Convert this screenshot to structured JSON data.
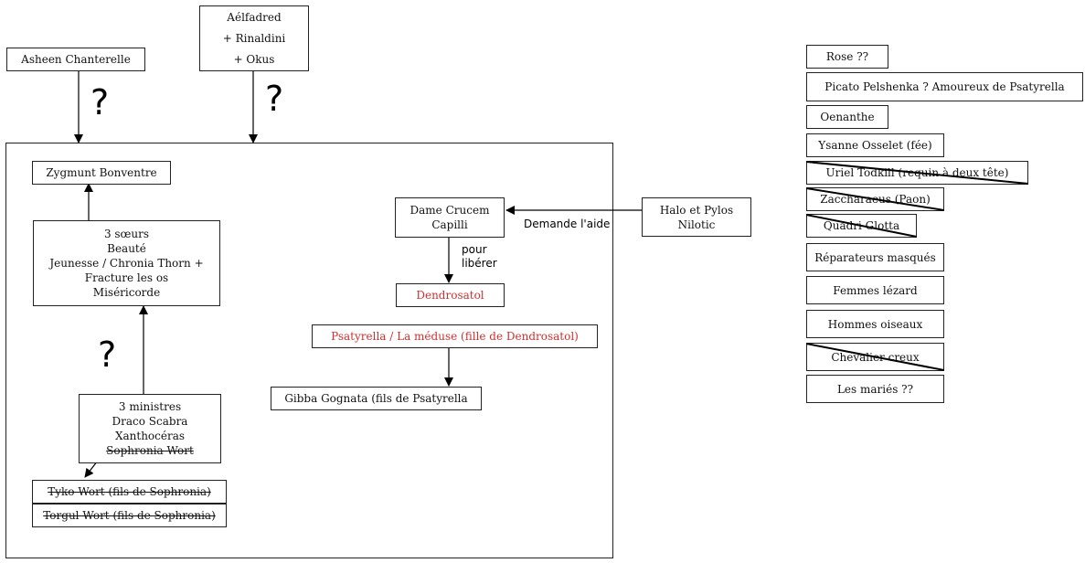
{
  "top_boxes": {
    "asheen": "Asheen Chanterelle",
    "aelfadred": [
      "Aélfadred",
      "+ Rinaldini",
      "+ Okus"
    ]
  },
  "question_mark": "?",
  "main": {
    "zygmunt": "Zygmunt Bonventre",
    "soeurs": [
      "3 sœurs",
      "Beauté",
      "Jeunesse / Chronia Thorn +",
      "Fracture les os",
      "Miséricorde"
    ],
    "ministres": [
      "3 ministres",
      "Draco Scabra",
      "Xanthocéras",
      "Sophronia Wort"
    ],
    "tyko": "Tyko Wort (fils de Sophronia)",
    "torgul": "Torgul Wort (fils de Sophronia)",
    "dame": [
      "Dame Crucem",
      "Capilli"
    ],
    "pour_liberer": [
      "pour",
      "libérer"
    ],
    "dendrosatol": "Dendrosatol",
    "psatyrella": "Psatyrella / La méduse (fille de Dendrosatol)",
    "gibba": "Gibba Gognata (fils de Psatyrella",
    "halo": [
      "Halo et Pylos",
      "Nilotic"
    ],
    "demande": "Demande l'aide"
  },
  "side_list": [
    {
      "label": "Rose ??",
      "crossed": false
    },
    {
      "label": "Picato Pelshenka ? Amoureux de Psatyrella",
      "crossed": false
    },
    {
      "label": "Oenanthe",
      "crossed": false
    },
    {
      "label": "Ysanne Osselet (fée)",
      "crossed": false
    },
    {
      "label": "Uriel Todkill (requin à deux tête)",
      "crossed": true
    },
    {
      "label": "Zaccharaeus (Paon)",
      "crossed": true
    },
    {
      "label": "Quadri Glotta",
      "crossed": true
    },
    {
      "label": "Réparateurs masqués",
      "crossed": false
    },
    {
      "label": "Femmes lézard",
      "crossed": false
    },
    {
      "label": "Hommes oiseaux",
      "crossed": false
    },
    {
      "label": "Chevalier creux",
      "crossed": true
    },
    {
      "label": "Les mariés ??",
      "crossed": false
    }
  ],
  "colors": {
    "line": "#000000",
    "red_text": "#d03030"
  }
}
